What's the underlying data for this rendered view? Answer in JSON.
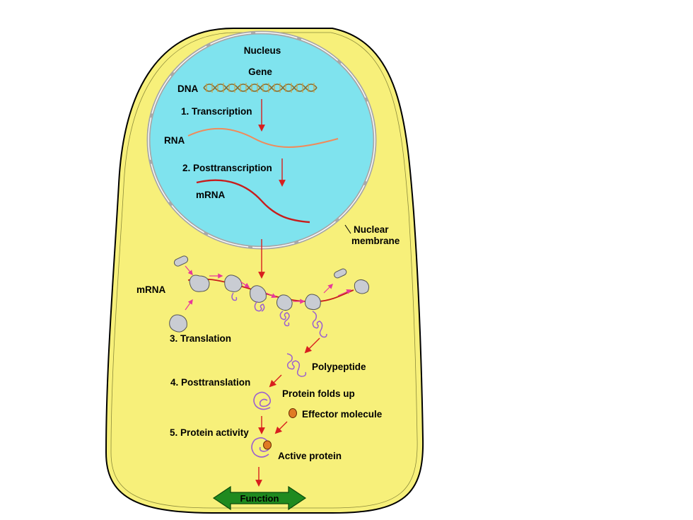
{
  "labels": {
    "nucleus": "Nucleus",
    "gene": "Gene",
    "dna": "DNA",
    "transcription": "1. Transcription",
    "rna": "RNA",
    "posttranscription": "2. Posttranscription",
    "mrna_nucleus": "mRNA",
    "nuclear_membrane_1": "Nuclear",
    "nuclear_membrane_2": "membrane",
    "mrna_cytoplasm": "mRNA",
    "translation": "3. Translation",
    "polypeptide": "Polypeptide",
    "posttranslation": "4. Posttranslation",
    "protein_folds": "Protein folds up",
    "effector": "Effector molecule",
    "protein_activity": "5. Protein activity",
    "active_protein": "Active protein",
    "function": "Function"
  },
  "colors": {
    "cell_fill": "#f7f07a",
    "cell_border": "#000000",
    "nucleus_fill": "#7fe3ee",
    "membrane": "#c8c8c8",
    "arrow": "#d81e1e",
    "rna": "#f08a5a",
    "mrna": "#c81c1c",
    "ribosome": "#c9ccd3",
    "polypeptide": "#9b5fd0",
    "effector": "#e07a24",
    "function_fill": "#1f8a1f",
    "translation_arrow": "#e8389a"
  }
}
